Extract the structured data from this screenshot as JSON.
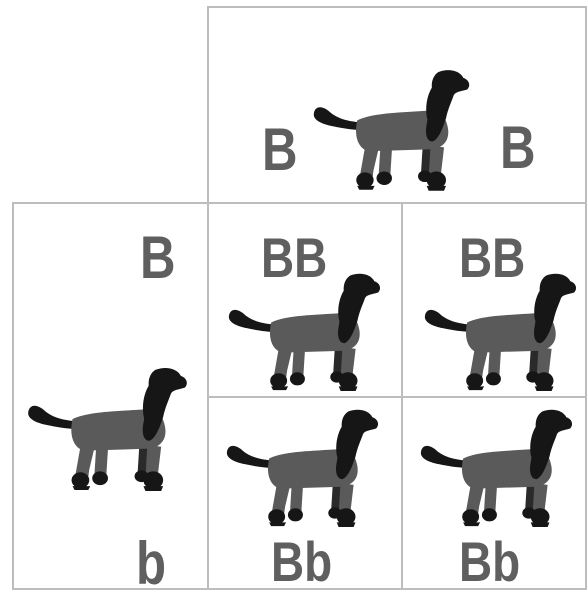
{
  "parent_top": {
    "allele_left": "B",
    "allele_right": "B",
    "icon": "dog-silhouette-icon"
  },
  "parent_left": {
    "allele_top": "B",
    "allele_bottom": "b",
    "icon": "dog-silhouette-icon"
  },
  "offspring": [
    {
      "genotype": "BB",
      "icon": "dog-silhouette-icon"
    },
    {
      "genotype": "BB",
      "icon": "dog-silhouette-icon"
    },
    {
      "genotype": "Bb",
      "icon": "dog-silhouette-icon"
    },
    {
      "genotype": "Bb",
      "icon": "dog-silhouette-icon"
    }
  ],
  "colors": {
    "body": "#5a5a5a",
    "head_and_feet": "#161616",
    "text": "#5f5f5f",
    "border": "#bdbdbd"
  }
}
